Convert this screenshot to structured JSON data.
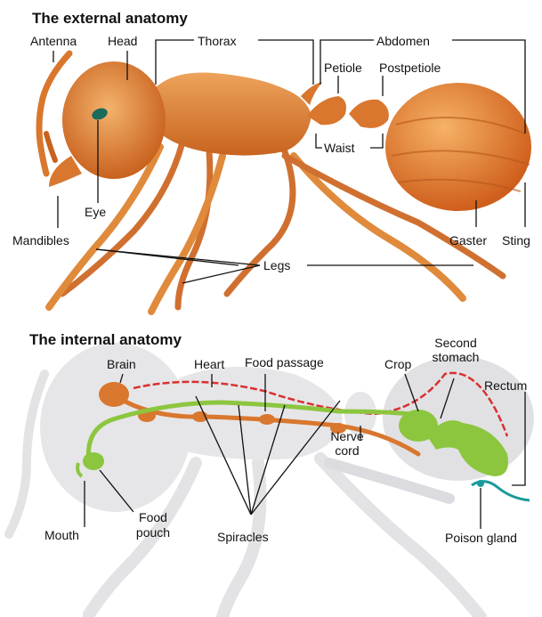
{
  "external": {
    "title": "The external anatomy",
    "labels": {
      "antenna": "Antenna",
      "head": "Head",
      "thorax": "Thorax",
      "abdomen": "Abdomen",
      "petiole": "Petiole",
      "postpetiole": "Postpetiole",
      "waist": "Waist",
      "eye": "Eye",
      "mandibles": "Mandibles",
      "legs": "Legs",
      "gaster": "Gaster",
      "sting": "Sting"
    }
  },
  "internal": {
    "title": "The internal anatomy",
    "labels": {
      "brain": "Brain",
      "heart": "Heart",
      "food_passage": "Food passage",
      "crop": "Crop",
      "second_stomach_1": "Second",
      "second_stomach_2": "stomach",
      "rectum": "Rectum",
      "nerve_cord_1": "Nerve",
      "nerve_cord_2": "cord",
      "mouth": "Mouth",
      "food_pouch_1": "Food",
      "food_pouch_2": "pouch",
      "spiracles": "Spiracles",
      "poison_gland": "Poison gland"
    }
  },
  "colors": {
    "body_orange": "#d9772e",
    "body_light": "#f0a860",
    "silhouette": "#e6e6e8",
    "silhouette_dark": "#d4d4d8",
    "gut_green": "#8cc63f",
    "nerve_orange": "#d9772e",
    "heart_red": "#d93030",
    "gland_teal": "#1a9a9a",
    "eye_teal": "#1a6b5a"
  }
}
